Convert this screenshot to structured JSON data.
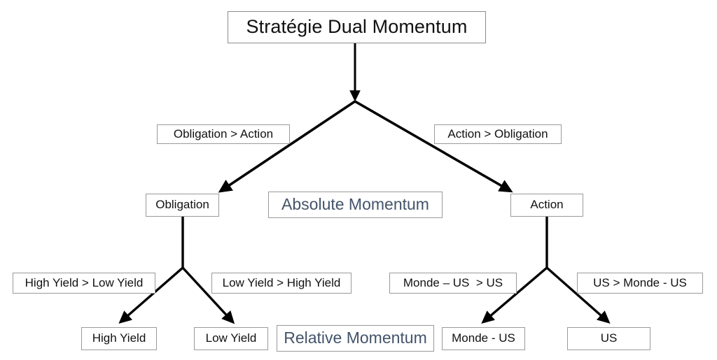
{
  "diagram": {
    "title": "Stratégie Dual Momentum",
    "type": "decision-tree",
    "root": {
      "id": "root",
      "label": "Stratégie Dual Momentum"
    },
    "edge_labels": {
      "obligation_over_action": "Obligation > Action",
      "action_over_obligation": "Action > Obligation",
      "high_over_low": "High Yield > Low Yield",
      "low_over_high": "Low Yield > High Yield",
      "monde_over_us": "Monde – US  > US",
      "us_over_monde": "US > Monde - US"
    },
    "nodes": {
      "obligation": "Obligation",
      "action": "Action",
      "high_yield": "High Yield",
      "low_yield": "Low Yield",
      "monde_us": "Monde - US",
      "us": "US"
    },
    "captions": {
      "absolute": "Absolute Momentum",
      "relative": "Relative Momentum"
    },
    "colors": {
      "caption_text": "#44546a",
      "node_text": "#111111",
      "box_border": "#9a9a9a",
      "connector": "#000000",
      "background": "#ffffff"
    }
  }
}
